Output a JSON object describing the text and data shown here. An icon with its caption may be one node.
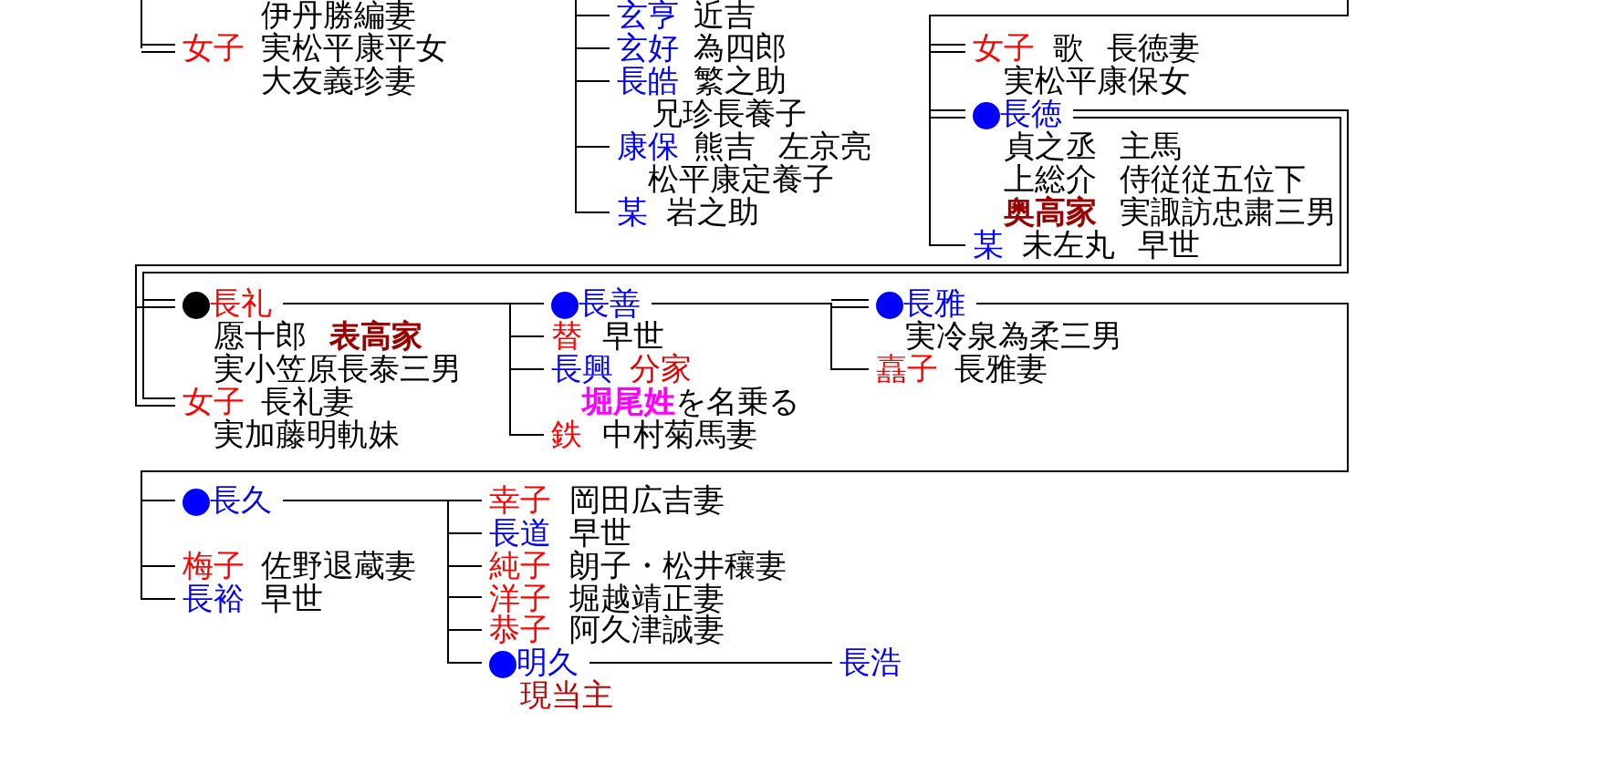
{
  "diagram": {
    "nodes": [
      {
        "text": [
          "女子"
        ],
        "beside": [
          "実松平康平女",
          "大友義珍妻"
        ]
      },
      {
        "text": [
          "玄亨"
        ],
        "beside": [
          "近吉"
        ]
      },
      {
        "text": [
          "玄好"
        ],
        "beside": [
          "為四郎"
        ]
      },
      {
        "text": [
          "長皓"
        ],
        "beside": [
          "繁之助",
          "兄珍長養子"
        ]
      },
      {
        "text": [
          "康保"
        ],
        "beside": [
          "熊吉 左京亮",
          "松平康定養子"
        ]
      },
      {
        "text": [
          "某"
        ],
        "beside": [
          "岩之助"
        ]
      },
      {
        "text": [
          "女子"
        ],
        "beside": [
          "歌 長徳妻",
          "実松平康保女"
        ]
      },
      {
        "text": [
          "長徳"
        ],
        "beside": [
          "貞之丞 主馬",
          "上総介 侍従従五位下",
          "**奥高家** 実諏訪忠粛三男"
        ]
      },
      {
        "text": [
          "某"
        ],
        "beside": [
          "未左丸 早世"
        ]
      },
      {
        "text": [
          "長礼"
        ],
        "beside": [
          "愿十郎 **表高家**",
          "実小笠原長泰三男"
        ]
      },
      {
        "text": [
          "女子"
        ],
        "beside": [
          "長礼妻",
          "実加藤明軌妹"
        ]
      },
      {
        "text": [
          "長善"
        ]
      },
      {
        "text": [
          "替"
        ],
        "beside": [
          "早世"
        ]
      },
      {
        "text": [
          "長興"
        ],
        "beside": [
          "分家",
          "**堀尾姓**を名乗る"
        ]
      },
      {
        "text": [
          "鉄"
        ],
        "beside": [
          "中村菊馬妻"
        ]
      },
      {
        "text": [
          "長雅"
        ],
        "beside": [
          "実冷泉為柔三男"
        ]
      },
      {
        "text": [
          "嚞子"
        ],
        "beside": [
          "長雅妻"
        ]
      },
      {
        "text": [
          "長久"
        ]
      },
      {
        "text": [
          "梅子"
        ],
        "beside": [
          "佐野退蔵妻"
        ]
      },
      {
        "text": [
          "長裕"
        ],
        "beside": [
          "早世"
        ]
      },
      {
        "text": [
          "幸子"
        ],
        "beside": [
          "岡田広吉妻"
        ]
      },
      {
        "text": [
          "長道"
        ],
        "beside": [
          "早世"
        ]
      },
      {
        "text": [
          "純子"
        ],
        "beside": [
          "朗子・松井穰妻"
        ]
      },
      {
        "text": [
          "洋子"
        ],
        "beside": [
          "堀越靖正妻"
        ]
      },
      {
        "text": [
          "恭子"
        ],
        "beside": [
          "阿久津誠妻"
        ]
      },
      {
        "text": [
          "明久"
        ],
        "beside": [
          "現当主"
        ]
      },
      {
        "text": [
          "長浩"
        ]
      }
    ],
    "edges": [
      {
        "from": null,
        "to": 0,
        "arrow": "none"
      },
      {
        "from": null,
        "to": 1,
        "arrow": "none"
      },
      {
        "from": null,
        "to": 2,
        "arrow": "none"
      },
      {
        "from": null,
        "to": 3,
        "arrow": "none"
      },
      {
        "from": null,
        "to": 4,
        "arrow": "none"
      },
      {
        "from": null,
        "to": 5,
        "arrow": "none"
      },
      {
        "from": null,
        "to": 6,
        "arrow": "none"
      },
      {
        "from": null,
        "to": 7,
        "arrow": "none"
      },
      {
        "from": null,
        "to": 8,
        "arrow": "none"
      },
      {
        "from": 7,
        "to": 9,
        "arrow": "none"
      },
      {
        "from": 7,
        "to": 10,
        "arrow": "none"
      },
      {
        "from": 9,
        "to": 11,
        "arrow": "none"
      },
      {
        "from": 9,
        "to": 12,
        "arrow": "none"
      },
      {
        "from": 9,
        "to": 13,
        "arrow": "none"
      },
      {
        "from": 9,
        "to": 14,
        "arrow": "none"
      },
      {
        "from": 11,
        "to": 15,
        "arrow": "none"
      },
      {
        "from": 11,
        "to": 16,
        "arrow": "none"
      },
      {
        "from": 15,
        "to": 17,
        "arrow": "none"
      },
      {
        "from": 15,
        "to": 18,
        "arrow": "none"
      },
      {
        "from": 15,
        "to": 19,
        "arrow": "none"
      },
      {
        "from": 17,
        "to": 20,
        "arrow": "none"
      },
      {
        "from": 17,
        "to": 21,
        "arrow": "none"
      },
      {
        "from": 17,
        "to": 22,
        "arrow": "none"
      },
      {
        "from": 17,
        "to": 23,
        "arrow": "none"
      },
      {
        "from": 17,
        "to": 24,
        "arrow": "none"
      },
      {
        "from": 17,
        "to": 25,
        "arrow": "none"
      },
      {
        "from": 25,
        "to": 26,
        "arrow": "none"
      }
    ],
    "labels": [
      "伊丹勝編妻"
    ]
  }
}
